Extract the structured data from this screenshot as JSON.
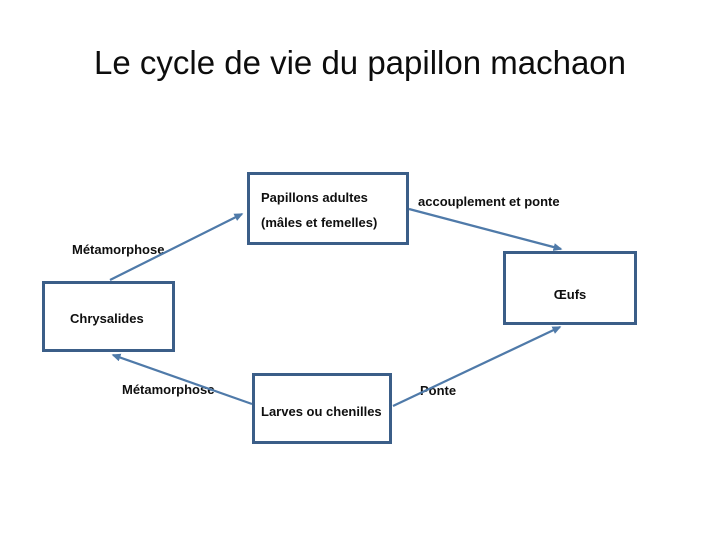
{
  "slide": {
    "title": "Le cycle de vie du papillon machaon"
  },
  "diagram": {
    "boxes": {
      "adults": {
        "line1": "Papillons adultes",
        "line2": "(mâles et femelles)"
      },
      "eggs": {
        "label": "Œufs"
      },
      "chrysalis": {
        "label": "Chrysalides"
      },
      "larvae": {
        "label": "Larves ou chenilles"
      }
    },
    "edge_labels": {
      "metamorphosis_top": "Métamorphose",
      "mating": "accouplement et ponte",
      "metamorphosis_bottom": "Métamorphose",
      "ponte": "Ponte"
    },
    "edges": [
      {
        "from": "chrysalis",
        "to": "adults",
        "label": "Métamorphose"
      },
      {
        "from": "adults",
        "to": "eggs",
        "label": "accouplement et ponte"
      },
      {
        "from": "larvae",
        "to": "eggs",
        "label": "Ponte"
      },
      {
        "from": "larvae",
        "to": "chrysalis",
        "label": "Métamorphose"
      }
    ]
  },
  "colors": {
    "box_border": "#3b5e88",
    "connector": "#4f7aa9",
    "text": "#0f0f0f",
    "background": "#ffffff"
  }
}
